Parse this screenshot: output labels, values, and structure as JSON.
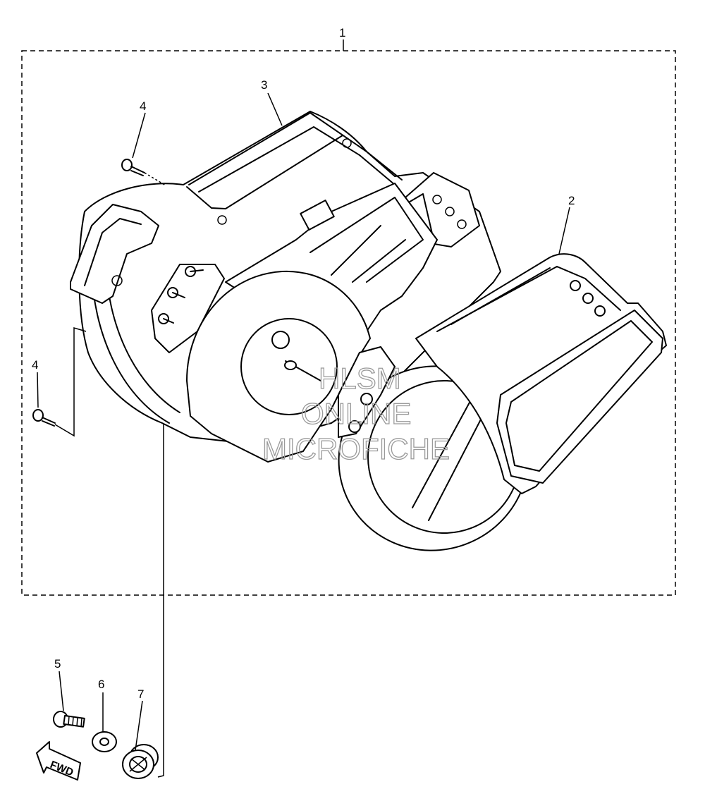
{
  "diagram": {
    "callouts": [
      {
        "id": "c1",
        "label": "1"
      },
      {
        "id": "c2",
        "label": "2"
      },
      {
        "id": "c3",
        "label": "3"
      },
      {
        "id": "c4a",
        "label": "4"
      },
      {
        "id": "c4b",
        "label": "4"
      },
      {
        "id": "c5",
        "label": "5"
      },
      {
        "id": "c6",
        "label": "6"
      },
      {
        "id": "c7",
        "label": "7"
      }
    ],
    "direction_label": "FWD",
    "watermark": [
      "HLSM",
      "ONLINE",
      "MICROFICHE"
    ]
  }
}
